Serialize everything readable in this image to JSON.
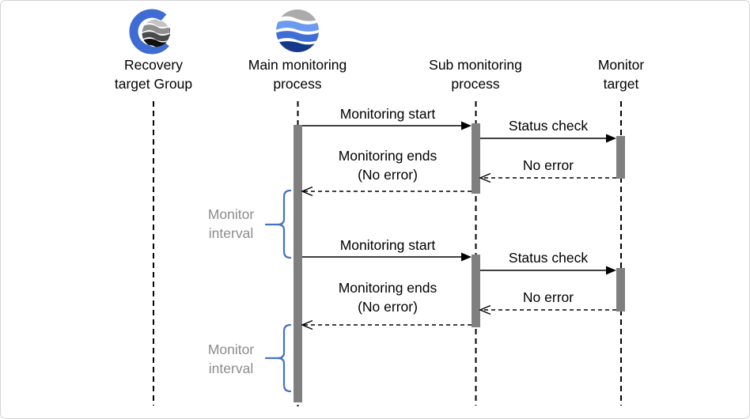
{
  "diagram": {
    "type": "sequence",
    "actors": [
      {
        "id": "recovery-target-group",
        "line1": "Recovery",
        "line2": "target Group",
        "icon": "globe-g-icon"
      },
      {
        "id": "main-monitoring-process",
        "line1": "Main monitoring",
        "line2": "process",
        "icon": "wave-globe-icon"
      },
      {
        "id": "sub-monitoring-process",
        "line1": "Sub monitoring",
        "line2": "process",
        "icon": null
      },
      {
        "id": "monitor-target",
        "line1": "Monitor",
        "line2": "target",
        "icon": null
      }
    ],
    "messages": [
      {
        "label": "Monitoring start",
        "type": "solid",
        "from": "main-monitoring-process",
        "to": "sub-monitoring-process"
      },
      {
        "label": "Status check",
        "type": "solid",
        "from": "sub-monitoring-process",
        "to": "monitor-target"
      },
      {
        "label": "No error",
        "type": "dashed-return",
        "from": "monitor-target",
        "to": "sub-monitoring-process"
      },
      {
        "label": "Monitoring ends",
        "sublabel": "(No error)",
        "type": "dashed-return",
        "from": "sub-monitoring-process",
        "to": "main-monitoring-process"
      },
      {
        "label": "Monitoring start",
        "type": "solid",
        "from": "main-monitoring-process",
        "to": "sub-monitoring-process"
      },
      {
        "label": "Status check",
        "type": "solid",
        "from": "sub-monitoring-process",
        "to": "monitor-target"
      },
      {
        "label": "No error",
        "type": "dashed-return",
        "from": "monitor-target",
        "to": "sub-monitoring-process"
      },
      {
        "label": "Monitoring ends",
        "sublabel": "(No error)",
        "type": "dashed-return",
        "from": "sub-monitoring-process",
        "to": "main-monitoring-process"
      }
    ],
    "interval_brackets": [
      {
        "line1": "Monitor",
        "line2": "interval"
      },
      {
        "line1": "Monitor",
        "line2": "interval"
      }
    ],
    "colors": {
      "activation_bar": "#7f7f7f",
      "brace": "#4472c4",
      "interval_text": "#8c8c8c",
      "lifeline": "#000000",
      "message_text": "#000000",
      "canvas_border": "#d3d3d3",
      "icon_g_blue": "#3e6cd2",
      "icon_waves_main": [
        "#ababab",
        "#6b9bee",
        "#3f6fd6",
        "#14398c"
      ],
      "icon_waves_recovery": [
        "#c4c4c4",
        "#8f8f8f",
        "#4a4a4a",
        "#111111"
      ]
    }
  }
}
